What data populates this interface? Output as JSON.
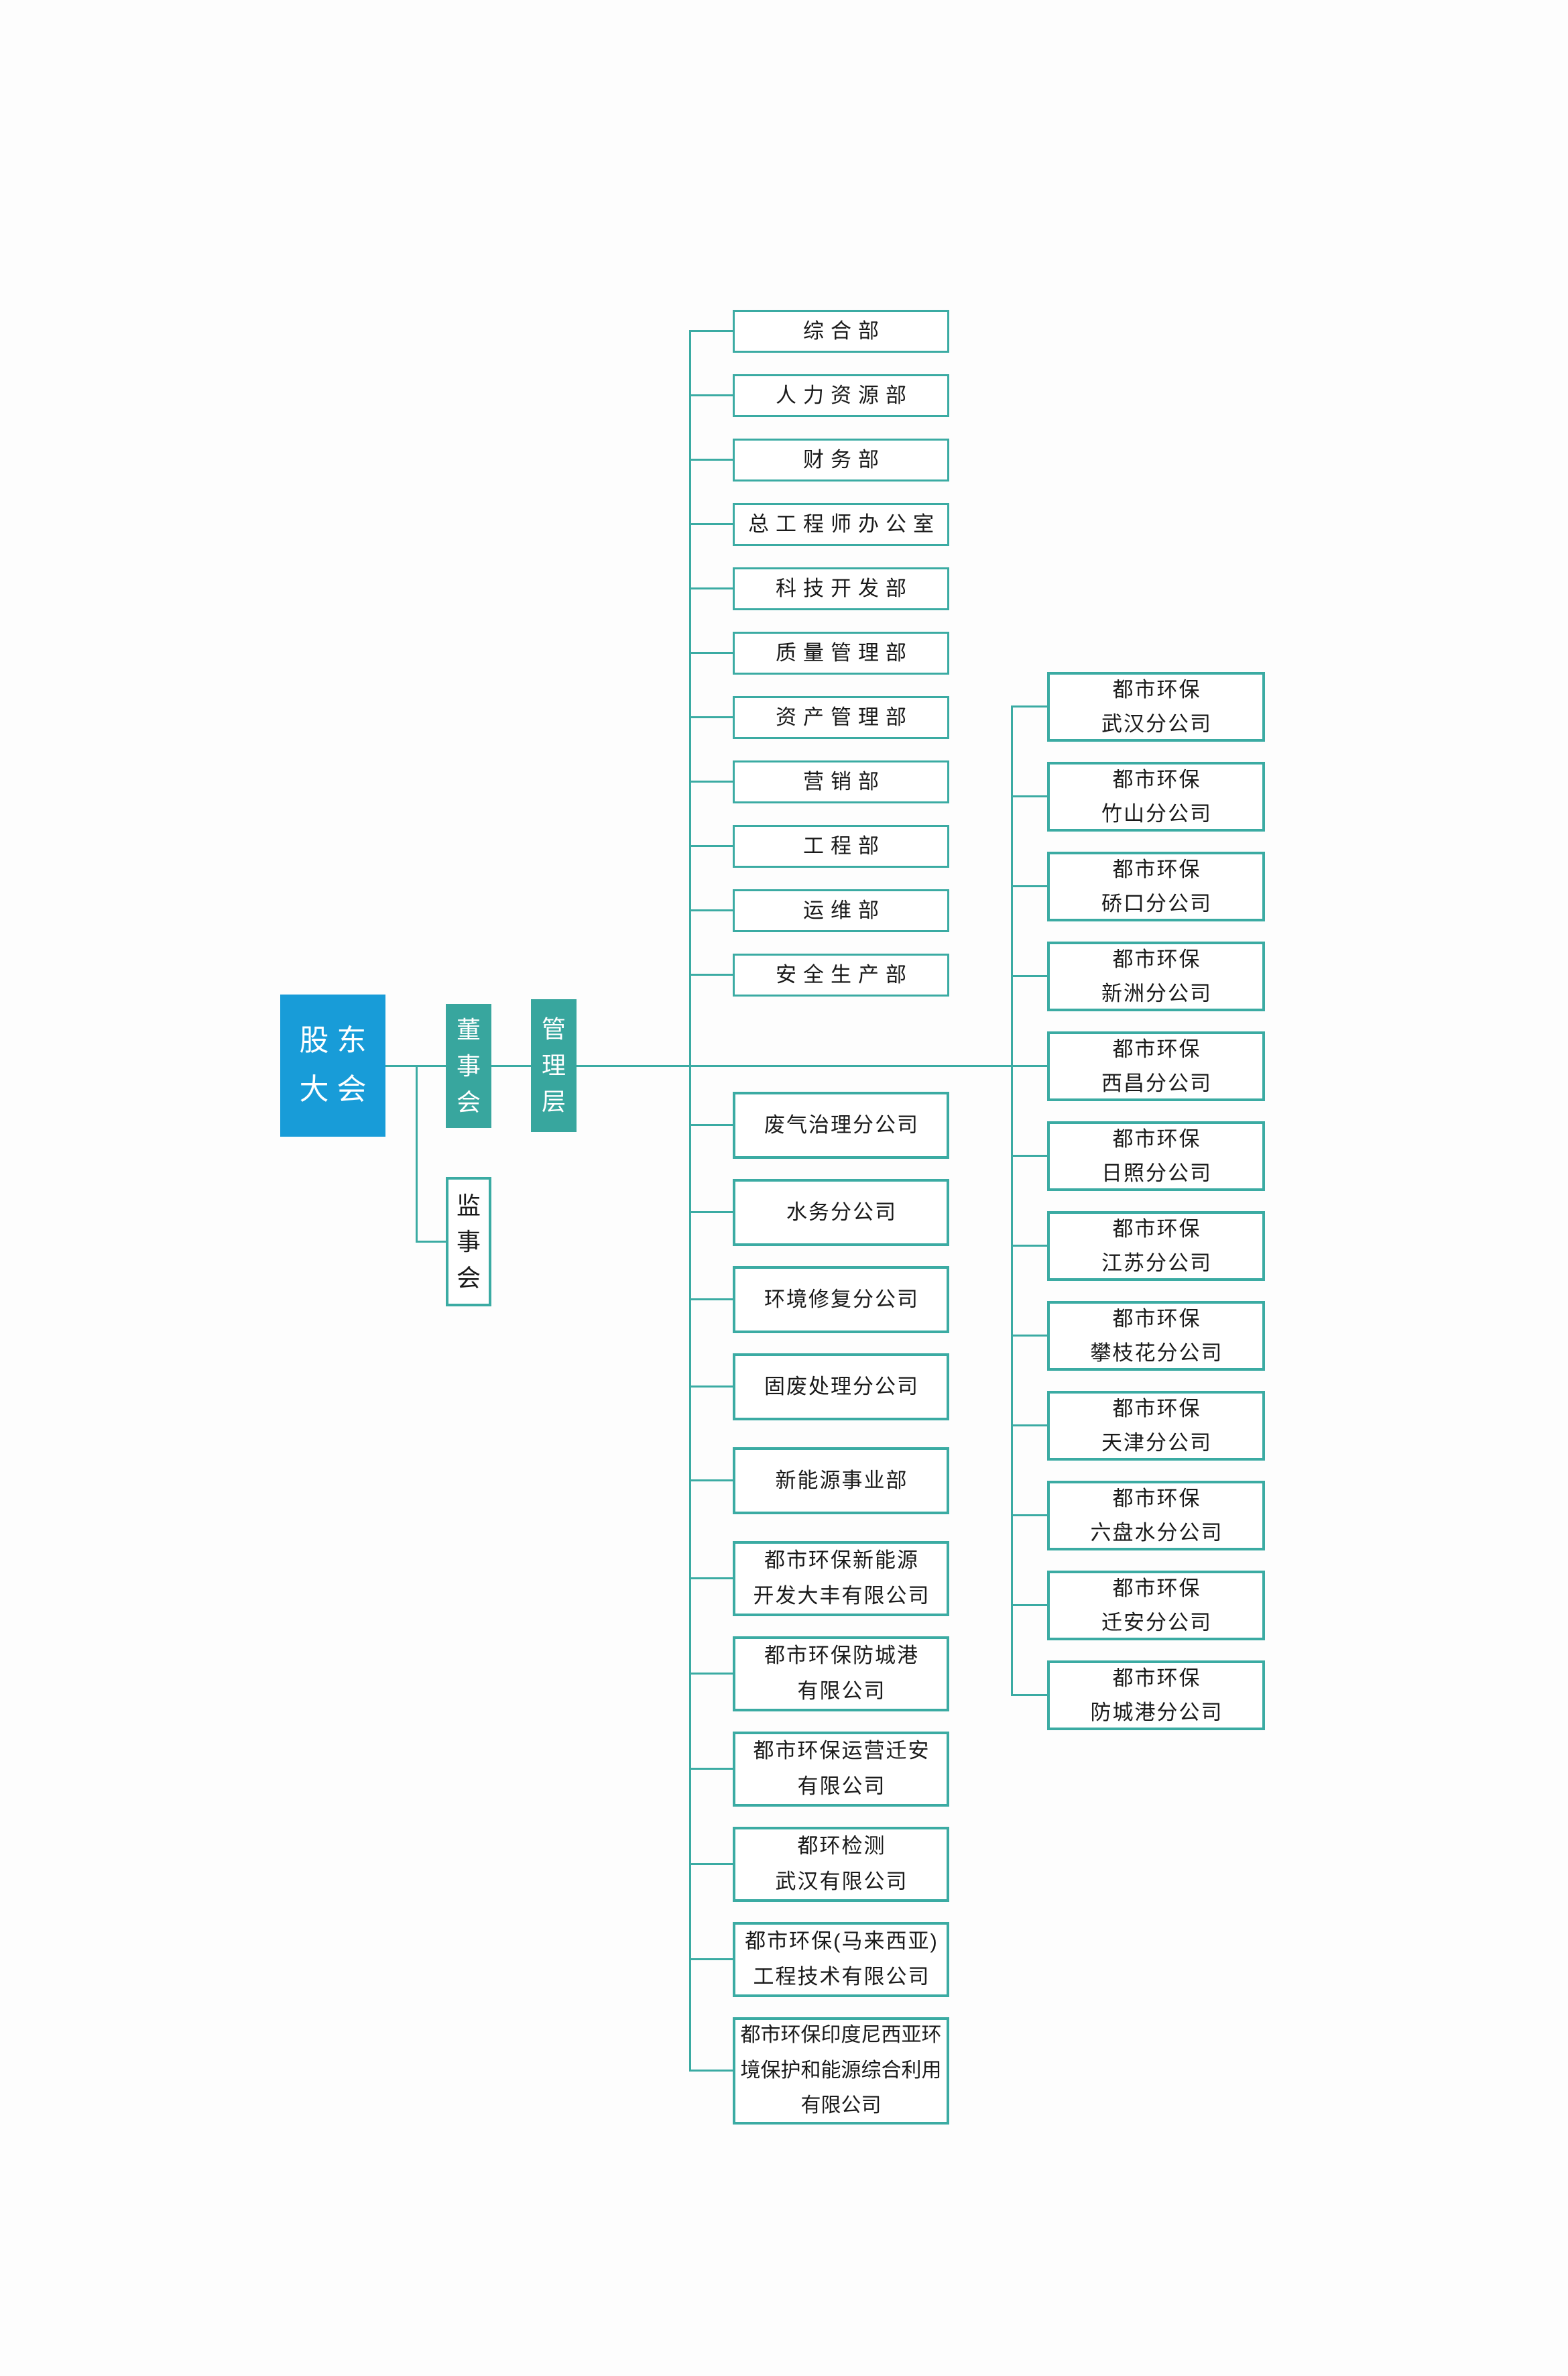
{
  "palette": {
    "accent_blue": "#189CD8",
    "accent_teal": "#38A69E",
    "connector_line": "#3BABA3",
    "text": "#1A1A1A",
    "background": "#FDFDFD"
  },
  "governance": {
    "shareholders": "股东\n大会",
    "board": "董\n事\n会",
    "supervisory": "监\n事\n会",
    "management": "管\n理\n层"
  },
  "departments": [
    "综合部",
    "人力资源部",
    "财务部",
    "总工程师办公室",
    "科技开发部",
    "质量管理部",
    "资产管理部",
    "营销部",
    "工程部",
    "运维部",
    "安全生产部"
  ],
  "subsidiaries": [
    "废气治理分公司",
    "水务分公司",
    "环境修复分公司",
    "固废处理分公司",
    "新能源事业部",
    "都市环保新能源\n开发大丰有限公司",
    "都市环保防城港\n有限公司",
    "都市环保运营迁安\n有限公司",
    "都环检测\n武汉有限公司",
    "都市环保(马来西亚)\n工程技术有限公司",
    "都市环保印度尼西亚环\n境保护和能源综合利用\n有限公司"
  ],
  "branches": [
    "都市环保\n武汉分公司",
    "都市环保\n竹山分公司",
    "都市环保\n硚口分公司",
    "都市环保\n新洲分公司",
    "都市环保\n西昌分公司",
    "都市环保\n日照分公司",
    "都市环保\n江苏分公司",
    "都市环保\n攀枝花分公司",
    "都市环保\n天津分公司",
    "都市环保\n六盘水分公司",
    "都市环保\n迁安分公司",
    "都市环保\n防城港分公司"
  ]
}
